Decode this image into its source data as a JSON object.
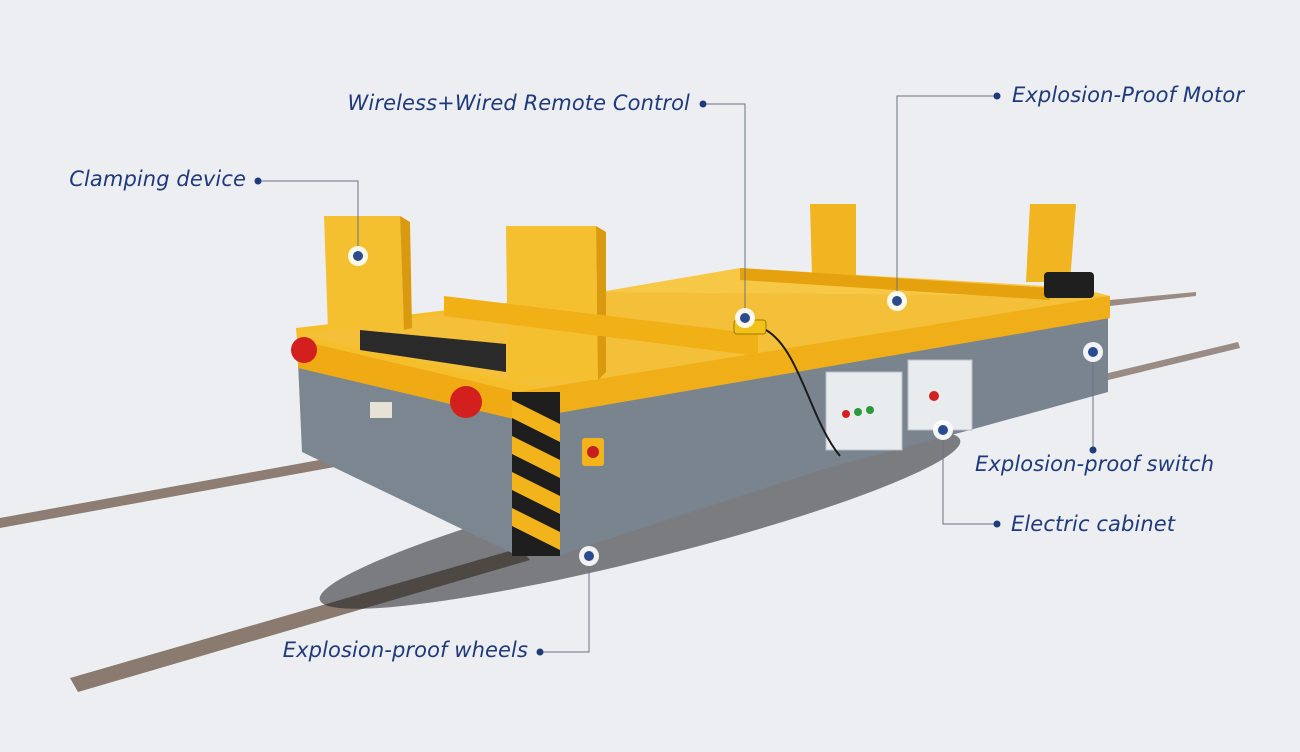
{
  "colors": {
    "background": "#eceef1",
    "label_text": "#1f3a7a",
    "leader_line": "#6d7280",
    "marker_ring": "#ffffff",
    "marker_core": "#2a4c8e",
    "cart_yellow": "#f2b41a",
    "cart_yellow_light": "#f7c846",
    "cart_grey": "#7a8590",
    "rail": "#8a7a70"
  },
  "callouts": {
    "clamping_device": "Clamping device",
    "remote_control": "Wireless+Wired Remote Control",
    "motor": "Explosion-Proof Motor",
    "switch": "Explosion-proof switch",
    "cabinet": "Electric cabinet",
    "wheels": "Explosion-proof wheels"
  }
}
